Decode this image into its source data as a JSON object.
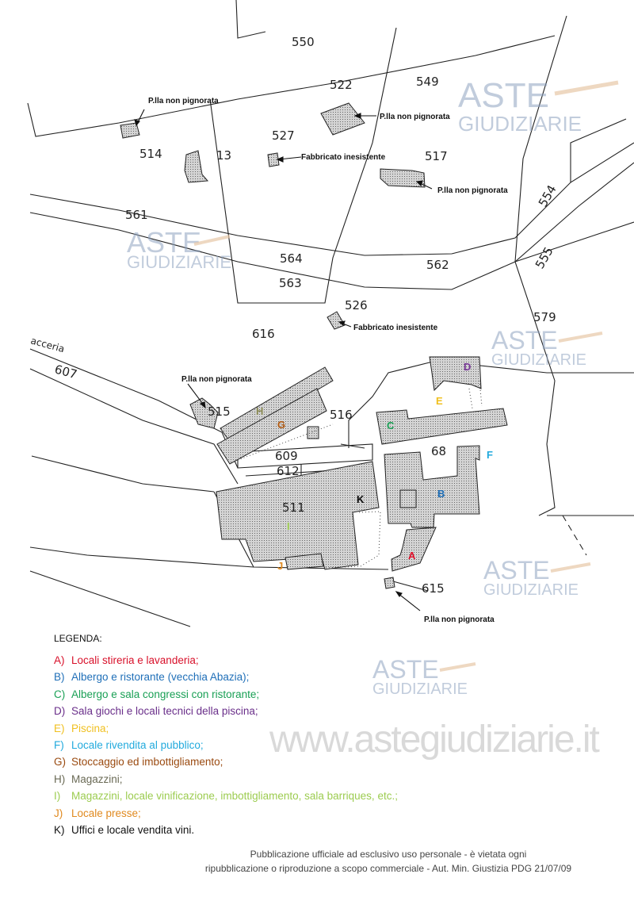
{
  "parcels": {
    "p550": "550",
    "p549": "549",
    "p522": "522",
    "p527": "527",
    "p514": "514",
    "p13": "13",
    "p517": "517",
    "p561": "561",
    "p564": "564",
    "p563": "563",
    "p562": "562",
    "p554": "554",
    "p555": "555",
    "p579": "579",
    "p526": "526",
    "p616": "616",
    "p607": "607",
    "p515": "515",
    "p516": "516",
    "p68": "68",
    "p609": "609",
    "p612": "612",
    "p511": "511",
    "p615": "615"
  },
  "road_label": "acceria",
  "notes": {
    "non_pignorata": "P.lla non pignorata",
    "inesistente": "Fabbricato inesistente"
  },
  "building_letters": [
    {
      "letter": "A",
      "color": "#e0102a"
    },
    {
      "letter": "B",
      "color": "#1f6fb8"
    },
    {
      "letter": "C",
      "color": "#1aa055"
    },
    {
      "letter": "D",
      "color": "#7a3a9a"
    },
    {
      "letter": "E",
      "color": "#f0c020"
    },
    {
      "letter": "F",
      "color": "#22aadd"
    },
    {
      "letter": "G",
      "color": "#b25a10"
    },
    {
      "letter": "H",
      "color": "#8a8a55"
    },
    {
      "letter": "I",
      "color": "#9ccc50"
    },
    {
      "letter": "J",
      "color": "#e08a20"
    },
    {
      "letter": "K",
      "color": "#111111"
    }
  ],
  "legend": {
    "title": "LEGENDA:",
    "items": [
      {
        "key": "A)",
        "text": "Locali stireria e lavanderia;",
        "color": "#d8102a"
      },
      {
        "key": "B)",
        "text": "Albergo e ristorante (vecchia Abazia);",
        "color": "#1f6fb8"
      },
      {
        "key": "C)",
        "text": "Albergo e sala congressi con ristorante;",
        "color": "#1aa055"
      },
      {
        "key": "D)",
        "text": "Sala giochi e locali tecnici della piscina;",
        "color": "#6a2f8a"
      },
      {
        "key": "E)",
        "text": "Piscina;",
        "color": "#f0c020"
      },
      {
        "key": "F)",
        "text": "Locale rivendita al pubblico;",
        "color": "#22aadd"
      },
      {
        "key": "G)",
        "text": "Stoccaggio ed imbottigliamento;",
        "color": "#9a4a10"
      },
      {
        "key": "H)",
        "text": "Magazzini;",
        "color": "#6a6a55"
      },
      {
        "key": "I)",
        "text": "Magazzini, locale vinificazione, imbottigliamento, sala barriques, etc.;",
        "color": "#9ccc50"
      },
      {
        "key": "J)",
        "text": "Locale presse;",
        "color": "#e08a20"
      },
      {
        "key": "K)",
        "text": "Uffici e locale vendita vini.",
        "color": "#111111"
      }
    ]
  },
  "watermark": {
    "logo_top": "ASTE",
    "logo_bottom": "GIUDIZIARIE",
    "site": "www.astegiudiziarie.it"
  },
  "footer": {
    "line1": "Pubblicazione ufficiale ad esclusivo uso personale - è vietata ogni",
    "line2": "ripubblicazione o riproduzione a scopo commerciale - Aut. Min. Giustizia PDG 21/07/09"
  }
}
